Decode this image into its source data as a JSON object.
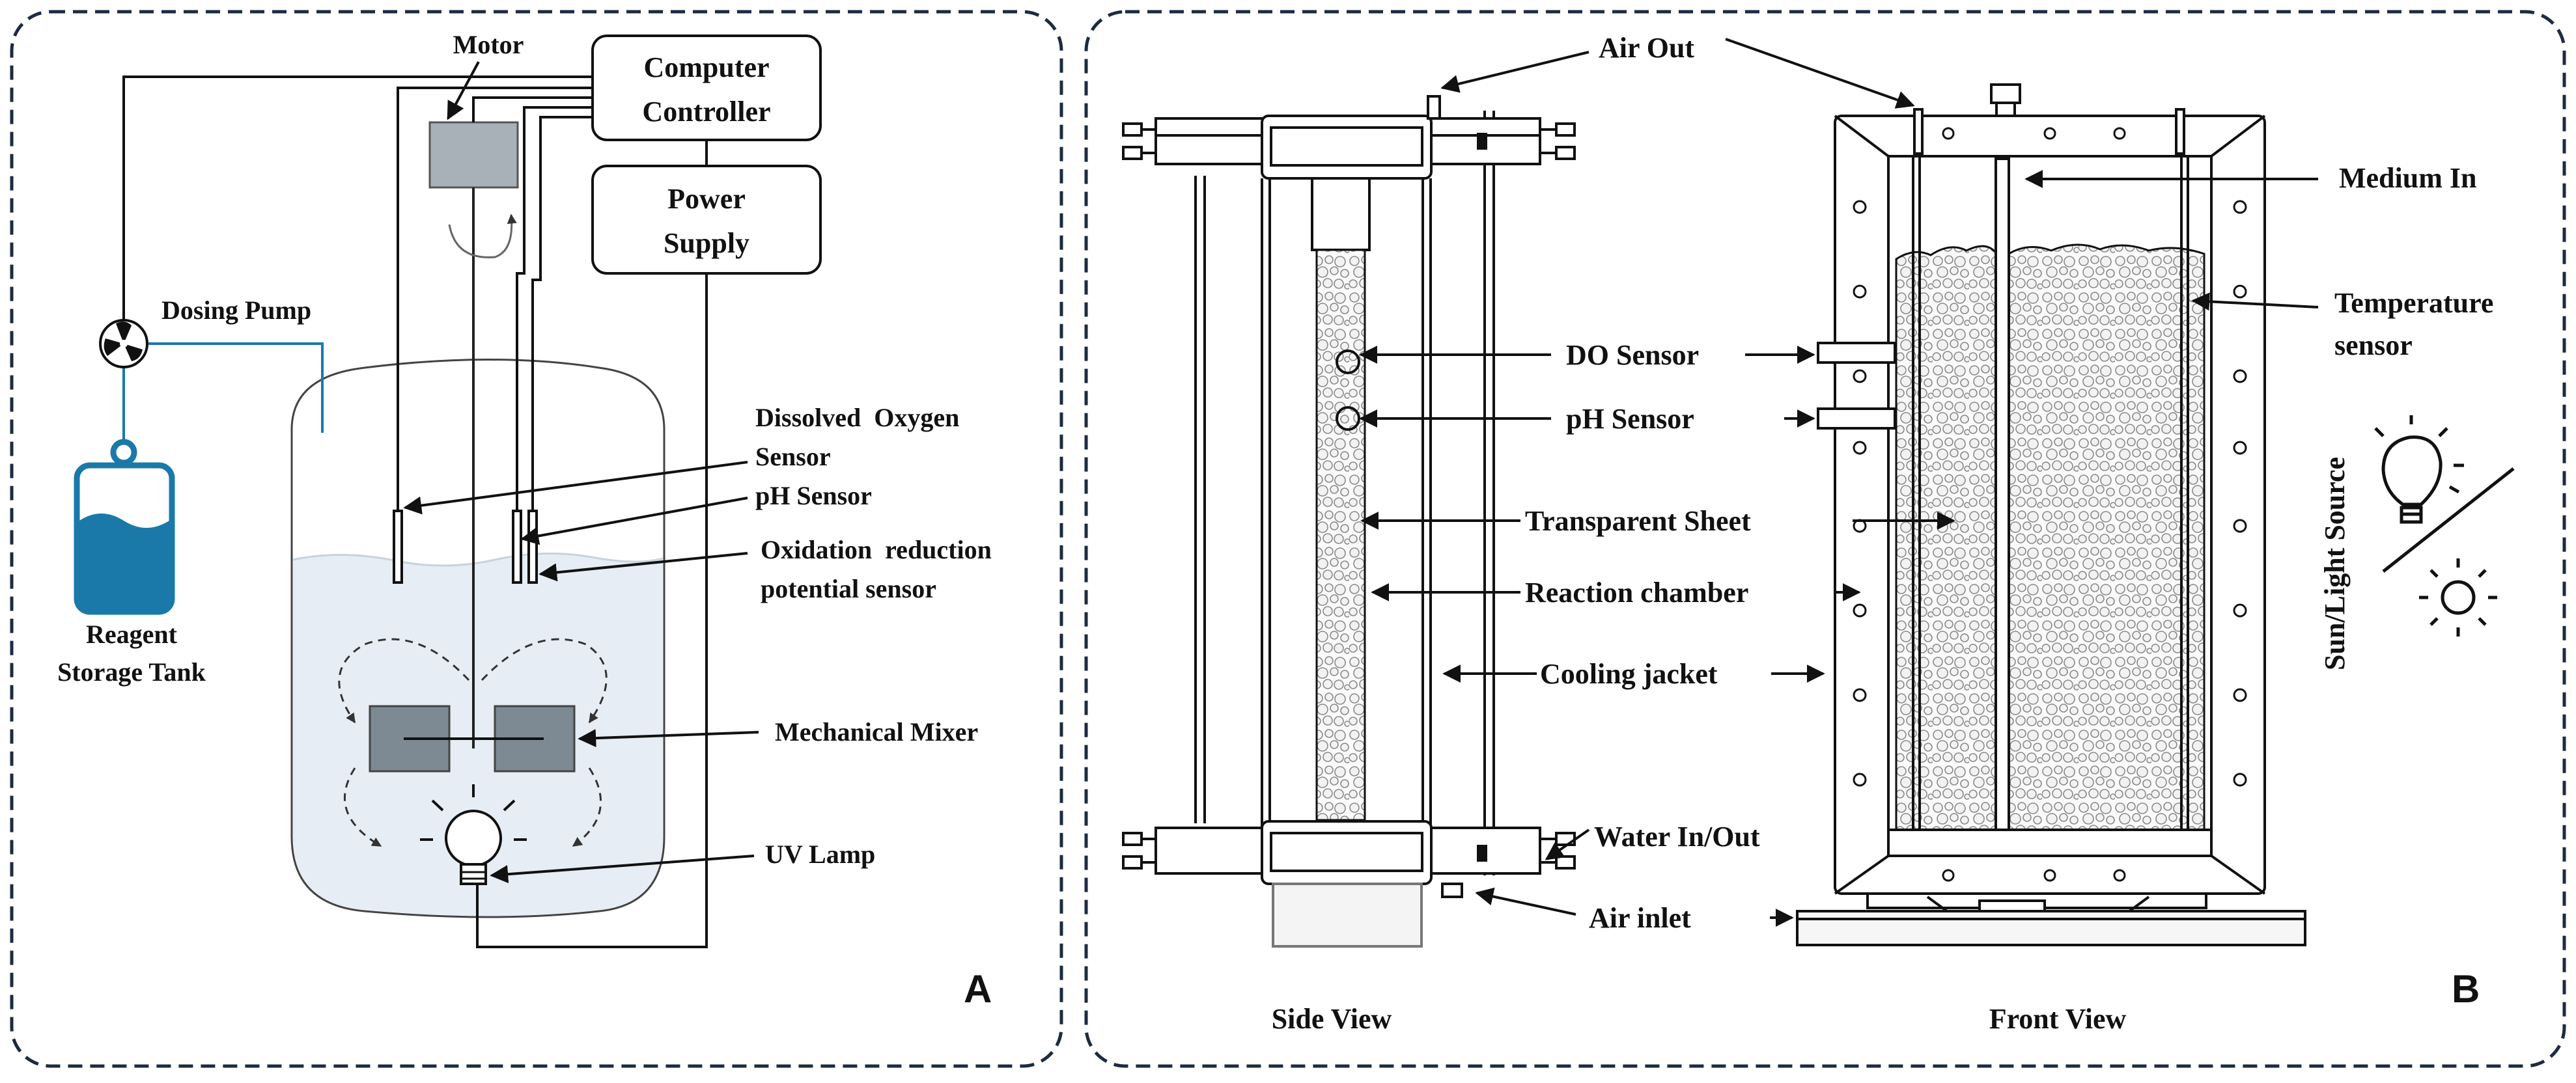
{
  "panel_a": {
    "letter": "A",
    "labels": {
      "motor": "Motor",
      "computer_line1": "Computer",
      "computer_line2": "Controller",
      "power_line1": "Power",
      "power_line2": "Supply",
      "dosing_pump": "Dosing Pump",
      "reagent_line1": "Reagent",
      "reagent_line2": "Storage Tank",
      "do_line1": "Dissolved  Oxygen",
      "do_line2": "Sensor",
      "ph": "pH Sensor",
      "orp_line1": "Oxidation  reduction",
      "orp_line2": "potential sensor",
      "mixer": "Mechanical Mixer",
      "uv": "UV Lamp"
    }
  },
  "panel_b": {
    "letter": "B",
    "labels": {
      "air_out": "Air Out",
      "medium_in": "Medium In",
      "temp_line1": "Temperature",
      "temp_line2": "sensor",
      "do_sensor": "DO Sensor",
      "ph_sensor": "pH Sensor",
      "sheet": "Transparent Sheet",
      "chamber": "Reaction chamber",
      "jacket": "Cooling jacket",
      "water": "Water In/Out",
      "air_inlet": "Air inlet",
      "light": "Sun/Light Source",
      "side_view": "Side View",
      "front_view": "Front View"
    }
  },
  "colors": {
    "outline": "#111111",
    "panel_border": "#1d2b40",
    "reagent_blue": "#1a79a9",
    "liquid": "#e6edf4",
    "mixer_gray": "#7d8a93"
  }
}
